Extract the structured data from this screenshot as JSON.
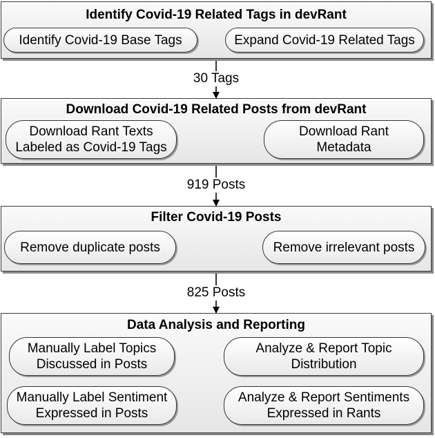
{
  "stages": [
    {
      "title": "Identify Covid-19 Related Tags in devRant",
      "steps": [
        "Identify Covid-19 Base Tags",
        "Expand Covid-19 Related Tags"
      ]
    },
    {
      "title": "Download Covid-19 Related Posts from devRant",
      "steps": [
        "Download Rant Texts\nLabeled as Covid-19 Tags",
        "Download Rant\nMetadata"
      ]
    },
    {
      "title": "Filter Covid-19 Posts",
      "steps": [
        "Remove duplicate posts",
        "Remove irrelevant posts"
      ]
    },
    {
      "title": "Data Analysis and Reporting",
      "steps": [
        "Manually Label Topics\nDiscussed in Posts",
        "Analyze & Report Topic\nDistribution",
        "Manually Label Sentiment\nExpressed in Posts",
        "Analyze & Report Sentiments\nExpressed in Rants"
      ]
    }
  ],
  "transitions": [
    "30 Tags",
    "919 Posts",
    "825 Posts"
  ]
}
